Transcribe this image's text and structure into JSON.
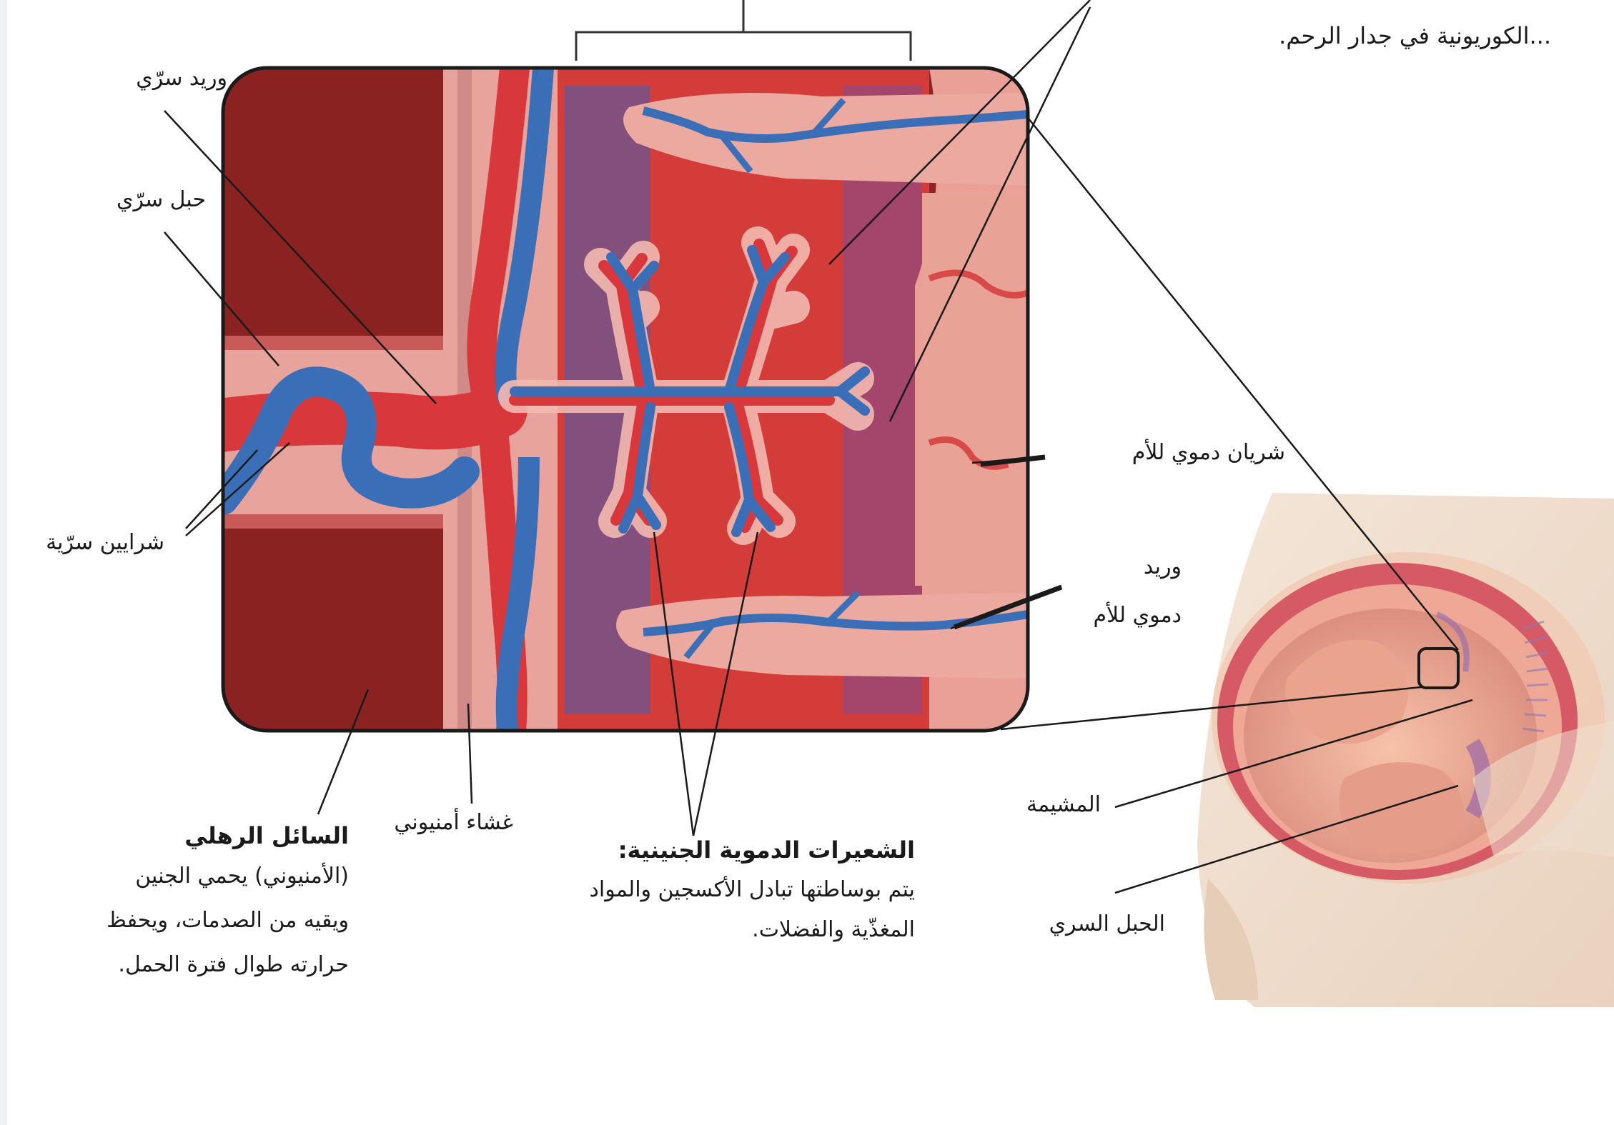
{
  "labels": {
    "top_right_line1": "...الكوريونية في جدار الرحم.",
    "umbilical_vein": "وريد سرّي",
    "umbilical_cord_detail": "حبل سرّي",
    "umbilical_arteries": "شرايين سرّية",
    "maternal_artery": "شريان دموي للأم",
    "maternal_vein_line1": "وريد",
    "maternal_vein_line2": "دموي للأم",
    "amniotic_membrane": "غشاء أمنيوني",
    "amniotic_fluid_title": "السائل الرهلي",
    "amniotic_fluid_body": "(الأمنيوني) يحمي الجنين ويقيه من الصدمات، ويحفظ حرارته طوال فترة الحمل.",
    "capillaries_title": "الشعيرات الدموية الجنينية:",
    "capillaries_body": "يتم بوساطتها تبادل الأكسجين والمواد المغذّية والفضلات.",
    "placenta": "المشيمة",
    "umbilical_cord": "الحبل السري"
  },
  "colors": {
    "vein_blue": "#3a6fb8",
    "artery_red": "#d8383c",
    "tissue_pink": "#e8a39c",
    "blood_pool": "#d43c3a",
    "amniotic_dark": "#8e2424"
  }
}
